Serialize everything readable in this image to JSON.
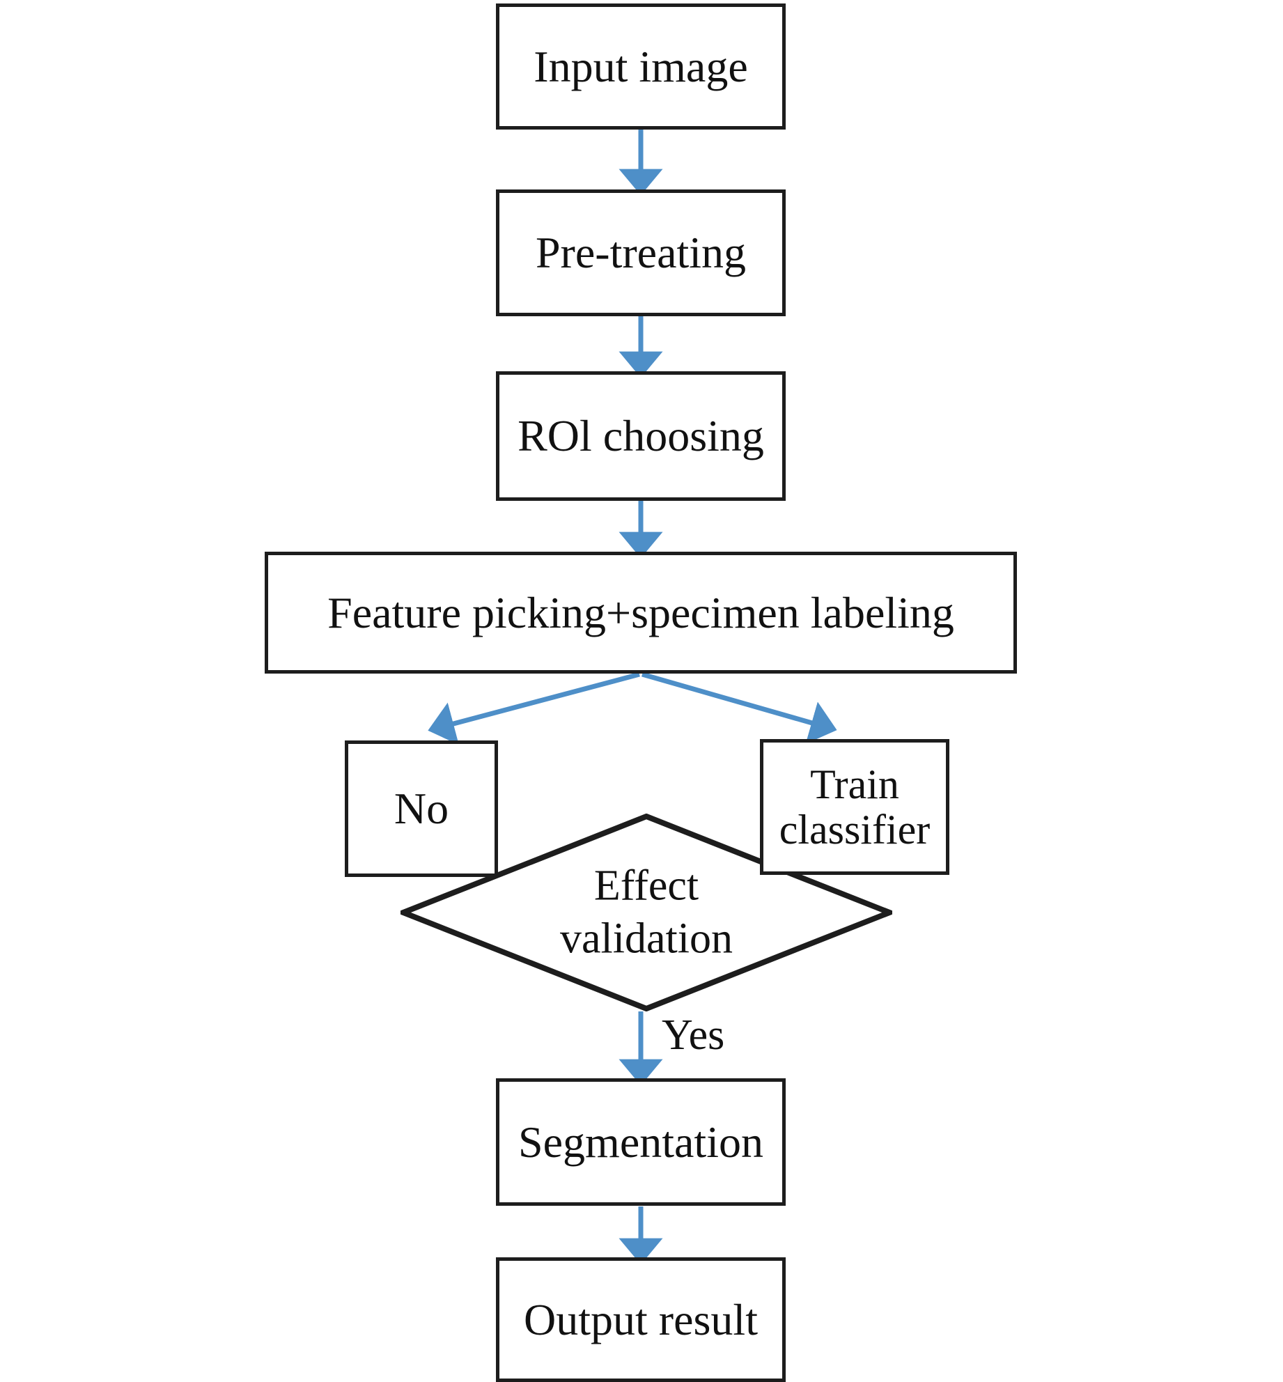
{
  "diagram": {
    "type": "flowchart",
    "title": "Image segmentation processing flowchart",
    "orientation": "top-to-bottom",
    "background_color": "#ffffff",
    "box_border_color": "#1d1d1d",
    "text_color": "#111111",
    "arrow_color": "#4e8fc8"
  },
  "nodes": {
    "input_image": {
      "label": "Input image",
      "shape": "rectangle"
    },
    "pre_treating": {
      "label": "Pre-treating",
      "shape": "rectangle"
    },
    "roi_choosing": {
      "label": "ROl choosing",
      "shape": "rectangle"
    },
    "feature_picking": {
      "label": "Feature picking+specimen labeling",
      "shape": "rectangle"
    },
    "no": {
      "label": "No",
      "shape": "rectangle"
    },
    "train_classifier": {
      "label": "Train\nclassifier",
      "shape": "rectangle"
    },
    "effect_validation": {
      "label": "Effect\nvalidation",
      "shape": "diamond"
    },
    "segmentation": {
      "label": "Segmentation",
      "shape": "rectangle"
    },
    "output_result": {
      "label": "Output result",
      "shape": "rectangle"
    }
  },
  "edges": [
    {
      "from": "input_image",
      "to": "pre_treating",
      "label": ""
    },
    {
      "from": "pre_treating",
      "to": "roi_choosing",
      "label": ""
    },
    {
      "from": "roi_choosing",
      "to": "feature_picking",
      "label": ""
    },
    {
      "from": "feature_picking",
      "to": "no",
      "label": ""
    },
    {
      "from": "feature_picking",
      "to": "train_classifier",
      "label": ""
    },
    {
      "from": "effect_validation",
      "to": "segmentation",
      "label": "Yes"
    },
    {
      "from": "segmentation",
      "to": "output_result",
      "label": ""
    }
  ],
  "edge_labels": {
    "yes": "Yes"
  }
}
